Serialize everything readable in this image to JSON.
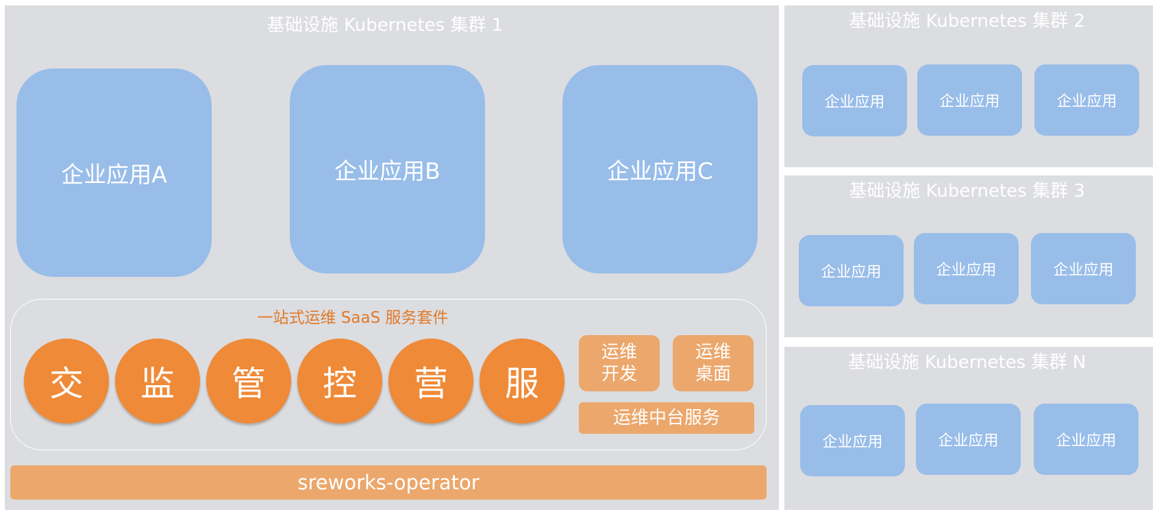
{
  "cluster1": {
    "title": "基础设施 Kubernetes 集群 1",
    "apps": [
      "企业应用A",
      "企业应用B",
      "企业应用C"
    ],
    "saas_suite": {
      "title": "一站式运维 SaaS 服务套件",
      "circles": [
        "交",
        "监",
        "管",
        "控",
        "营",
        "服"
      ],
      "tools": {
        "devops_dev": [
          "运维",
          "开发"
        ],
        "devops_desktop": [
          "运维",
          "桌面"
        ],
        "middle_platform": "运维中台服务"
      }
    },
    "operator": "sreworks-operator"
  },
  "cluster2": {
    "title": "基础设施 Kubernetes 集群 2",
    "apps": [
      "企业应用",
      "企业应用",
      "企业应用"
    ]
  },
  "cluster3": {
    "title": "基础设施 Kubernetes 集群 3",
    "apps": [
      "企业应用",
      "企业应用",
      "企业应用"
    ]
  },
  "clusterN": {
    "title": "基础设施 Kubernetes 集群 N",
    "apps": [
      "企业应用",
      "企业应用",
      "企业应用"
    ]
  },
  "colors": {
    "panel": "#dcdde0",
    "app_blue": "#98bde9",
    "orange_circle": "#ee8a38",
    "orange_light": "#eba76c",
    "saas_title": "#e07a2a"
  }
}
